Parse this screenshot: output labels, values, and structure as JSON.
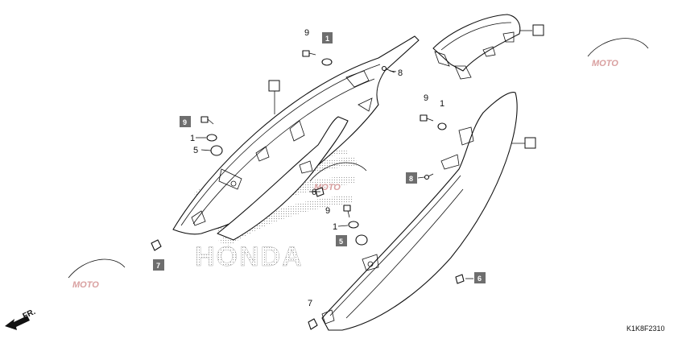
{
  "diagram": {
    "code": "K1K8F2310",
    "direction": "FR.",
    "watermark_text": "MOTO",
    "logo_text": "HONDA",
    "labels": {
      "n9a": "9",
      "n1box": "1",
      "n8a": "8",
      "n9box": "9",
      "n1a": "1",
      "n5a": "5",
      "n6a": "6",
      "n9b": "9",
      "n1b": "1",
      "n8box": "8",
      "n9c": "9",
      "n1c": "1",
      "n5box": "5",
      "n7box": "7",
      "n6box": "6",
      "n7a": "7"
    }
  }
}
